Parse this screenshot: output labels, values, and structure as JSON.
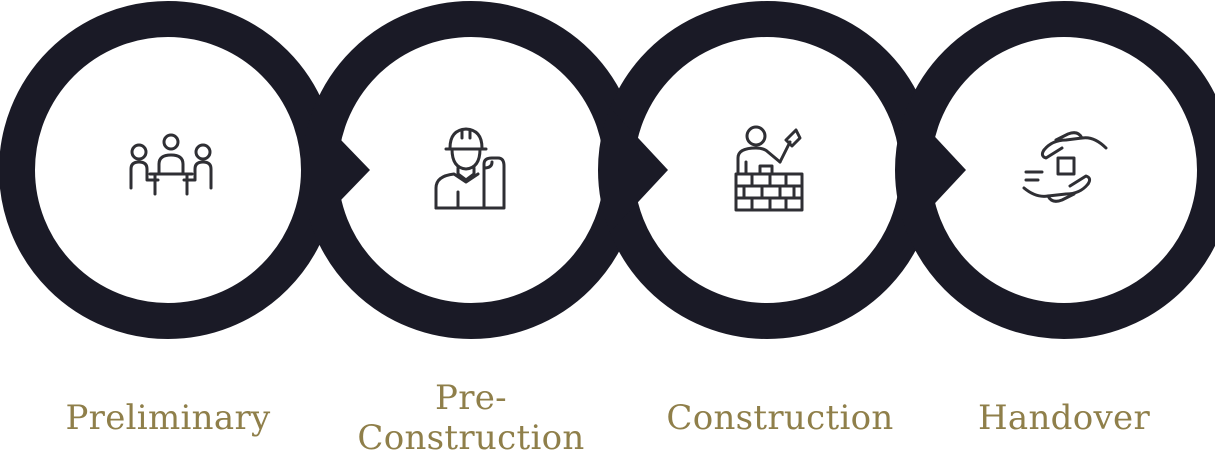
{
  "colors": {
    "ring": "#1a1a26",
    "label": "#8f7f4a",
    "icon": "#2f2f34",
    "background": "#ffffff"
  },
  "steps": [
    {
      "label": "Preliminary",
      "icon": "team-meeting-icon"
    },
    {
      "label": "Pre-\nConstruction",
      "icon": "construction-worker-icon"
    },
    {
      "label": "Construction",
      "icon": "bricklayer-icon"
    },
    {
      "label": "Handover",
      "icon": "hand-over-icon"
    }
  ]
}
